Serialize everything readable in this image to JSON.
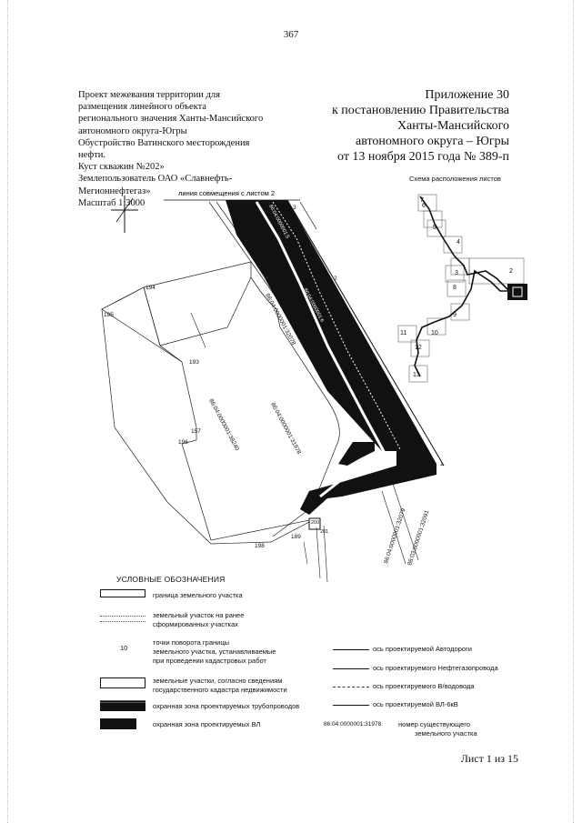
{
  "page_number": "367",
  "left_title": {
    "lines": [
      "Проект межевания территории для",
      "размещения линейного объекта",
      "регионального значения Ханты-Мансийского",
      "автономного округа-Югры",
      "Обустройство Ватинского месторождения",
      "нефти.",
      "Куст скважин №202»",
      "Землепользователь ОАО «Славнефть-",
      "Мегионнефтегаз»"
    ],
    "scale": "Масштаб 1:3000"
  },
  "right_title": {
    "lines": [
      "Приложение 30",
      "к постановлению Правительства",
      "Ханты-Мансийского",
      "автономного округа – Югры",
      "от 13 ноября 2015 года № 389-п"
    ]
  },
  "map": {
    "match_line": "линия совмещения с листом 2",
    "point_labels": [
      "194",
      "195",
      "193",
      "157",
      "196",
      "198",
      "189",
      "2",
      "3",
      "1",
      "200",
      "201"
    ],
    "parcel_labels": [
      "86:04:0000001:32078",
      "86:04:0000001:31978",
      "86:04:0000001:38240",
      "86:04:0000001:32079",
      "86:03:0000001:32091"
    ],
    "road_labels": [
      "86:04:0000001:5",
      "86:04:0000001:6"
    ]
  },
  "inset": {
    "title": "Схема расположения листов",
    "sheets": [
      "1",
      "2",
      "3",
      "4",
      "5",
      "6",
      "7",
      "8",
      "9",
      "10",
      "11",
      "12",
      "13"
    ]
  },
  "legend": {
    "title": "УСЛОВНЫЕ ОБОЗНАЧЕНИЯ",
    "left_items": [
      {
        "symbol": "parcel-boundary",
        "text": [
          "граница земельного участка"
        ]
      },
      {
        "symbol": "prev-parcels",
        "text": [
          "земельный участок на ранее",
          "сформированных участках"
        ]
      },
      {
        "symbol": "turn-point",
        "sample": "10",
        "text": [
          "точки поворота границы",
          "земельного участка, устанавливаемые",
          "при проведении кадастровых работ"
        ]
      },
      {
        "symbol": "cadastre-parcels",
        "text": [
          "земельные участки, согласно сведениям",
          "государственного кадастра недвижимости"
        ]
      },
      {
        "symbol": "pipeline-zone",
        "text": [
          "охранная зона проектируемых трубопроводов"
        ]
      },
      {
        "symbol": "vl-zone",
        "text": [
          "охранная зона проектируемых ВЛ"
        ]
      }
    ],
    "right_items": [
      {
        "symbol": "road-axis",
        "text": "ось проектируемой Автодороги"
      },
      {
        "symbol": "oil-axis",
        "text": "ось проектируемого Нефтегазопровода"
      },
      {
        "symbol": "water-axis",
        "text": "ось проектируемого В/водовода"
      },
      {
        "symbol": "vl-axis",
        "text": "ось проектируемой ВЛ-6кВ"
      }
    ],
    "example": {
      "sample": "86:04:0000001:31978",
      "text": [
        "номер существующего",
        "земельного участка"
      ]
    }
  },
  "footer": {
    "sheet": "Лист 1 из 15"
  }
}
